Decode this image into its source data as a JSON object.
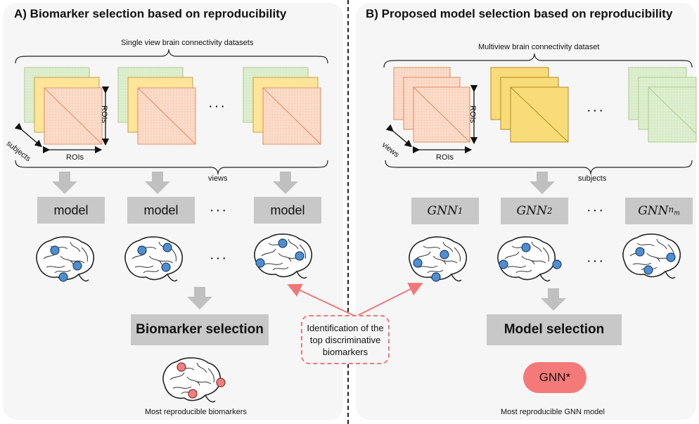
{
  "panel_a": {
    "title": "A) Biomarker selection based on reproducibility",
    "datasets_label": "Single view brain connectivity datasets",
    "axis_rois_vertical": "ROIs",
    "axis_rois_horizontal": "ROIs",
    "axis_subjects": "subjects",
    "brace_label": "views",
    "model_labels": [
      "model",
      "model",
      "model"
    ],
    "ellipsis": "···",
    "selection_label": "Biomarker selection",
    "result_label": "Most reproducible biomarkers"
  },
  "panel_b": {
    "title": "B) Proposed model selection based on reproducibility",
    "datasets_label": "Multiview brain connectivity dataset",
    "axis_rois_vertical": "ROIs",
    "axis_rois_horizontal": "ROIs",
    "axis_views": "views",
    "brace_label": "subjects",
    "gnn_base": "GNN",
    "gnn_subscripts": [
      "1",
      "2",
      "n"
    ],
    "gnn_subsub": "m",
    "ellipsis": "···",
    "selection_label": "Model selection",
    "gnn_star": "GNN*",
    "result_label": "Most reproducible GNN model"
  },
  "callout": {
    "text": "Identification of the top discriminative biomarkers"
  },
  "colors": {
    "panel_bg": "#f6f6f6",
    "box_gray": "#c8c8c8",
    "arrow_gray": "#c0c0c0",
    "matrix_green": "#d9ecc9",
    "matrix_yellow": "#ffe59a",
    "matrix_orange": "#fad6c2",
    "node_blue": "#4f8fd0",
    "node_red": "#f08080",
    "accent_red": "#f07878"
  }
}
